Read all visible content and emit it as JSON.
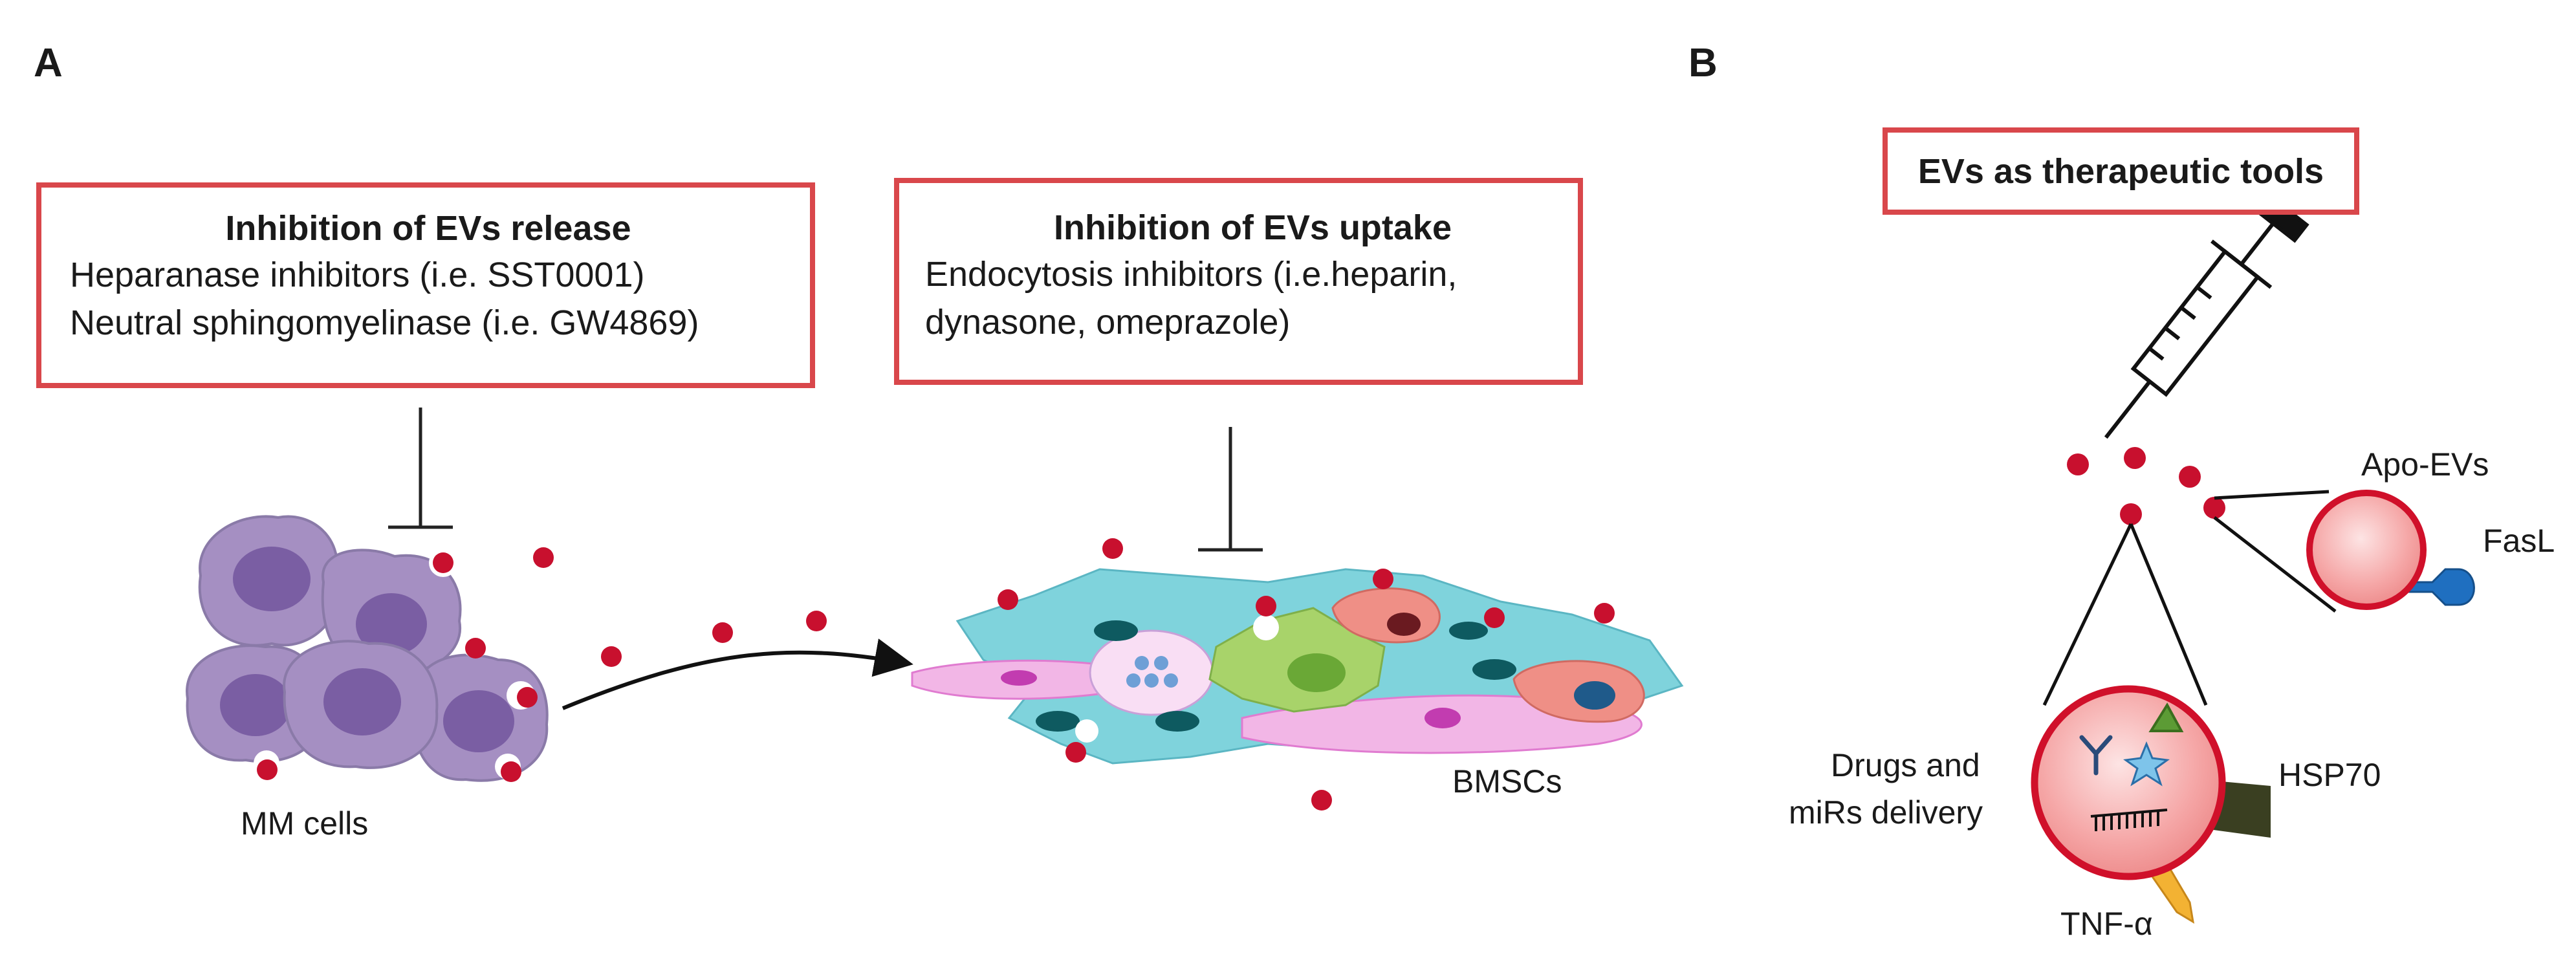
{
  "panels": {
    "a_label": "A",
    "b_label": "B"
  },
  "release_box": {
    "title": "Inhibition of EVs release",
    "lines": [
      "Heparanase inhibitors (i.e. SST0001)",
      "Neutral sphingomyelinase (i.e. GW4869)"
    ]
  },
  "uptake_box": {
    "title": "Inhibition of EVs uptake",
    "lines": [
      "Endocytosis inhibitors (i.e.heparin,",
      "dynasone, omeprazole)"
    ]
  },
  "therapeutic_box": {
    "title": "EVs as therapeutic tools"
  },
  "labels": {
    "mm_cells": "MM cells",
    "bmscs": "BMSCs",
    "apo_evs": "Apo-EVs",
    "fasl": "FasL",
    "drugs_line1": "Drugs and",
    "drugs_line2": "miRs delivery",
    "hsp70": "HSP70",
    "tnf": "TNF-α"
  },
  "colors": {
    "box_border": "#d9474b",
    "ev_dot": "#c8102e",
    "mm_cell": "#a58fc2",
    "mm_nucleus": "#7a5ea3",
    "bmsc_cell": "#7fd3dc",
    "bmsc_pink": "#f2b6e6",
    "bmsc_green": "#a8d36a",
    "bmsc_salmon": "#ef8f86",
    "ev_large": "#f6b3b3",
    "fasl_blue": "#1f6fc0",
    "hsp70_dark": "#3a3f21",
    "tnf_yellow": "#f3b233"
  },
  "icons": [
    "syringe-icon",
    "antibody-icon",
    "triangle-drug-icon",
    "star-drug-icon",
    "mirna-icon"
  ]
}
